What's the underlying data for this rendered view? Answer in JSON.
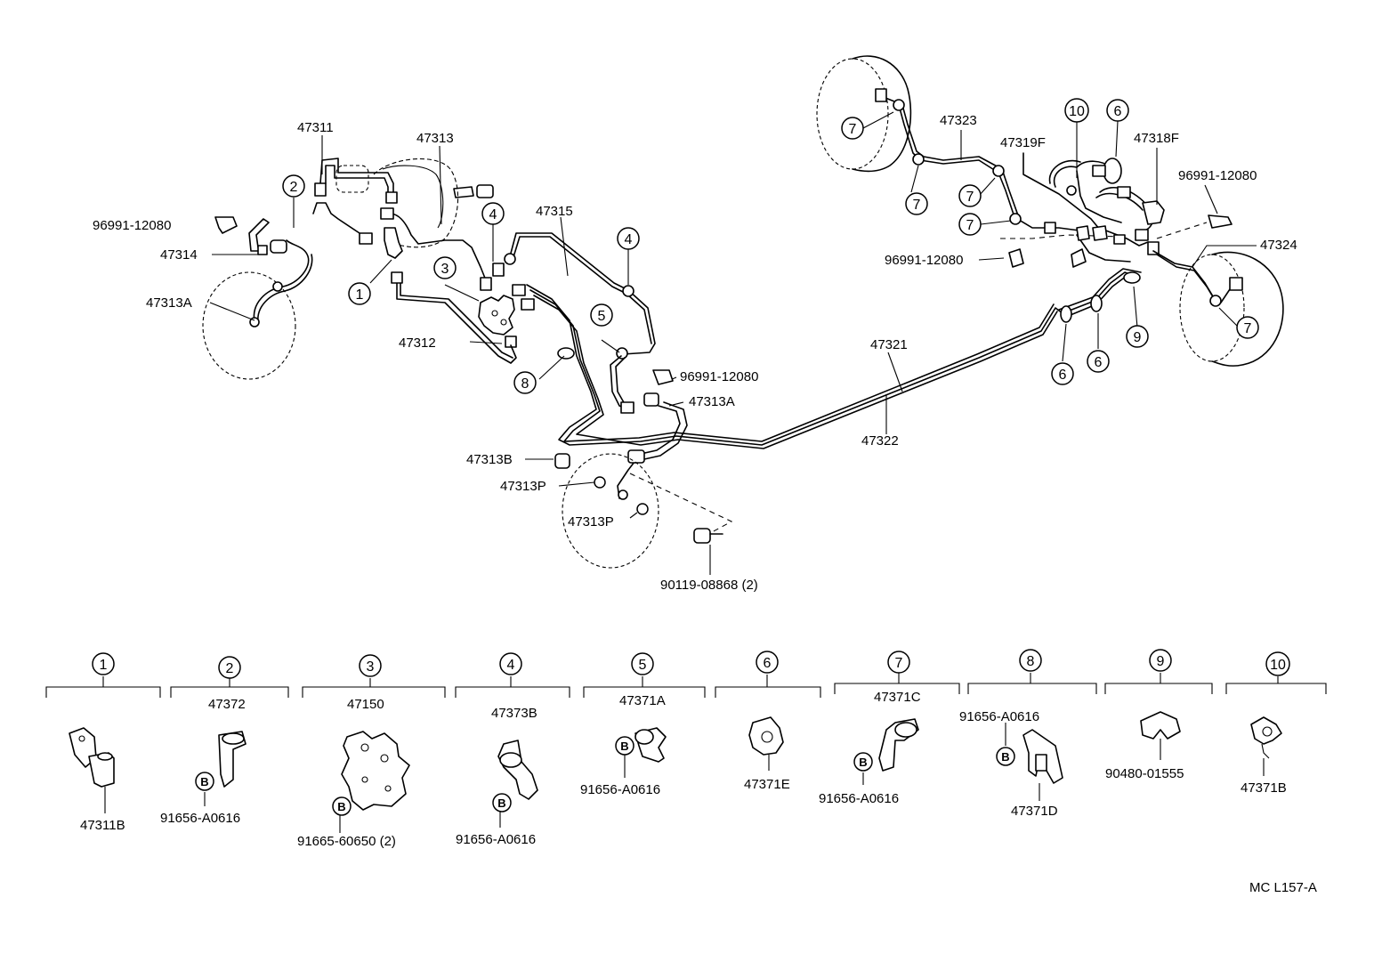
{
  "diagram_code": "MC L157-A",
  "upper_labels": {
    "p47311": "47311",
    "p47313": "47313",
    "p96991_left": "96991-12080",
    "p47314": "47314",
    "p47313A_left": "47313A",
    "p47312": "47312",
    "p47315": "47315",
    "p96991_center": "96991-12080",
    "p47313A_center": "47313A",
    "p47313B": "47313B",
    "p47313P_a": "47313P",
    "p47313P_b": "47313P",
    "p90119": "90119-08868 (2)",
    "p47321": "47321",
    "p47322": "47322",
    "p47323": "47323",
    "p47319F": "47319F",
    "p47318F": "47318F",
    "p96991_right_top": "96991-12080",
    "p96991_right_mid": "96991-12080",
    "p47324": "47324"
  },
  "callout_markers": [
    "1",
    "2",
    "3",
    "4",
    "4",
    "5",
    "6",
    "6",
    "7",
    "7",
    "7",
    "7",
    "7",
    "8",
    "9",
    "10",
    "6"
  ],
  "legend": [
    {
      "num": "1",
      "part": "",
      "sub_part": "47311B",
      "bolt": ""
    },
    {
      "num": "2",
      "part": "47372",
      "sub_part": "91656-A0616",
      "bolt": "B"
    },
    {
      "num": "3",
      "part": "47150",
      "sub_part": "91665-60650 (2)",
      "bolt": "B"
    },
    {
      "num": "4",
      "part": "47373B",
      "sub_part": "91656-A0616",
      "bolt": "B"
    },
    {
      "num": "5",
      "part": "47371A",
      "sub_part": "91656-A0616",
      "bolt": "B"
    },
    {
      "num": "6",
      "part": "",
      "sub_part": "47371E",
      "bolt": ""
    },
    {
      "num": "7",
      "part": "47371C",
      "sub_part": "91656-A0616",
      "bolt": "B"
    },
    {
      "num": "8",
      "part": "91656-A0616",
      "sub_part": "47371D",
      "bolt": "B"
    },
    {
      "num": "9",
      "part": "",
      "sub_part": "90480-01555",
      "bolt": ""
    },
    {
      "num": "10",
      "part": "",
      "sub_part": "47371B",
      "bolt": ""
    }
  ]
}
